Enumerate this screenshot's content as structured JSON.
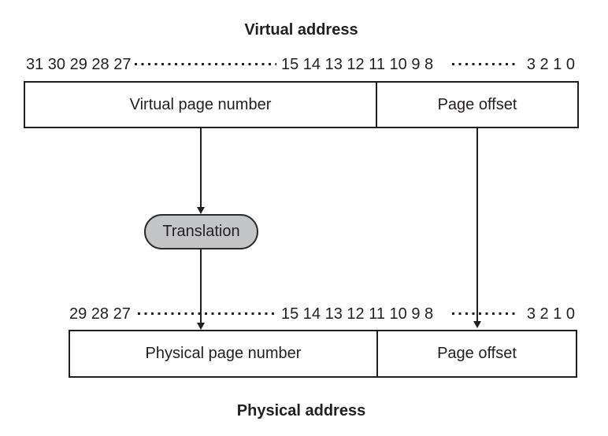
{
  "virtual": {
    "title": "Virtual address",
    "bits": {
      "left": "31 30 29 28 27",
      "mid": "15 14 13 12 11 10 9 8",
      "right": "3 2 1 0"
    },
    "fields": {
      "page_number": "Virtual page number",
      "offset": "Page offset"
    }
  },
  "translation": {
    "label": "Translation"
  },
  "physical": {
    "title": "Physical address",
    "bits": {
      "left": "29 28 27",
      "mid": "15 14 13 12 11 10 9 8",
      "right": "3 2 1 0"
    },
    "fields": {
      "page_number": "Physical page number",
      "offset": "Page offset"
    }
  },
  "colors": {
    "ink": "#231f20",
    "pill_fill": "#c4c5c7",
    "background": "#ffffff"
  }
}
